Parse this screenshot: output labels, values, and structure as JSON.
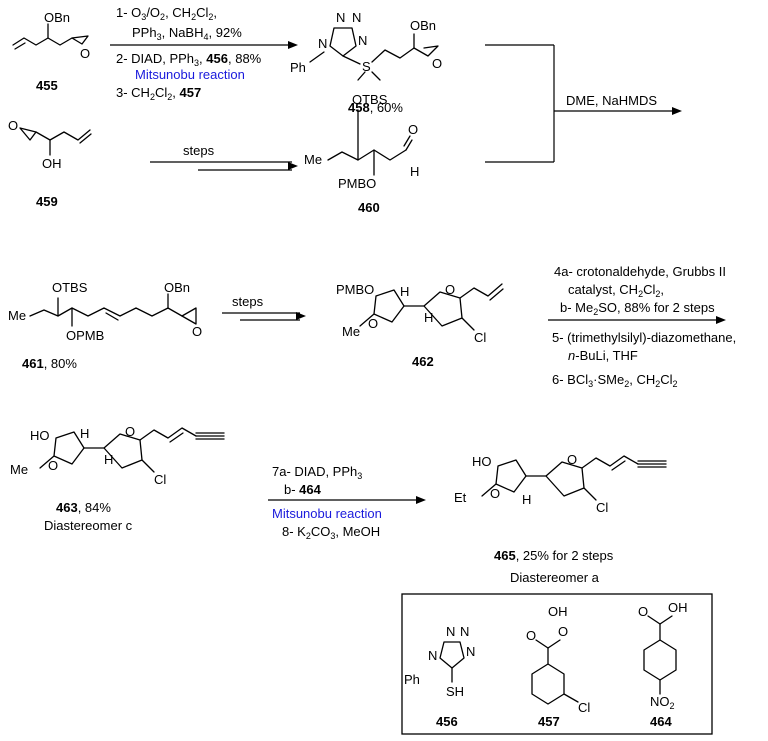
{
  "compounds": {
    "c455": "455",
    "c456": "456",
    "c457": "457",
    "c458": "458",
    "c458_yield": ", 60%",
    "c459": "459",
    "c460": "460",
    "c461": "461",
    "c461_yield": ", 80%",
    "c462": "462",
    "c463": "463",
    "c463_yield": ", 84%",
    "c463_note": "Diastereomer c",
    "c464": "464",
    "c465": "465",
    "c465_yield": ", 25% for 2 steps",
    "c465_note": "Diastereomer a"
  },
  "conditions": {
    "step1a": "1- O",
    "step1b": "/O",
    "step1c": ", CH",
    "step1d": "Cl",
    "step1e": ",",
    "step1f": "PPh",
    "step1g": ", NaBH",
    "step1h": ", 92%",
    "step2a": "2- DIAD, PPh",
    "step2b": ", ",
    "step2c": ", 88%",
    "mitsunobu": "Mitsunobu reaction",
    "step3a": "3- CH",
    "step3b": "Cl",
    "step3c": ", ",
    "dme": "DME, NaHMDS",
    "steps": "steps",
    "step4a": "4a- crotonaldehyde, Grubbs II",
    "step4b": "catalyst, CH",
    "step4c": "Cl",
    "step4d": ",",
    "step4e": "b- Me",
    "step4f": "SO, 88% for 2 steps",
    "step5a": "5- (trimethylsilyl)-diazomethane,",
    "step5b": "n",
    "step5c": "-BuLi, THF",
    "step6a": "6- BCl",
    "step6b": "·SMe",
    "step6c": ", CH",
    "step6d": "Cl",
    "step7a": "7a- DIAD, PPh",
    "step7b": "b- ",
    "step8": "8- K",
    "step8b": "CO",
    "step8c": ", MeOH",
    "sub2": "2",
    "sub3": "3",
    "sub4": "4"
  },
  "atoms": {
    "obn": "OBn",
    "o": "O",
    "oh": "OH",
    "otbs": "OTBS",
    "opmb": "OPMB",
    "pmbo": "PMBO",
    "pmb": "PMB",
    "et": "Et",
    "me": "Me",
    "ph": "Ph",
    "n": "N",
    "s": "S",
    "sh": "SH",
    "h": "H",
    "cl": "Cl",
    "ho": "HO",
    "no2": "NO",
    "oo": "O",
    "ooh": "OH"
  },
  "colors": {
    "mitsunobu": "#1a1adc"
  }
}
